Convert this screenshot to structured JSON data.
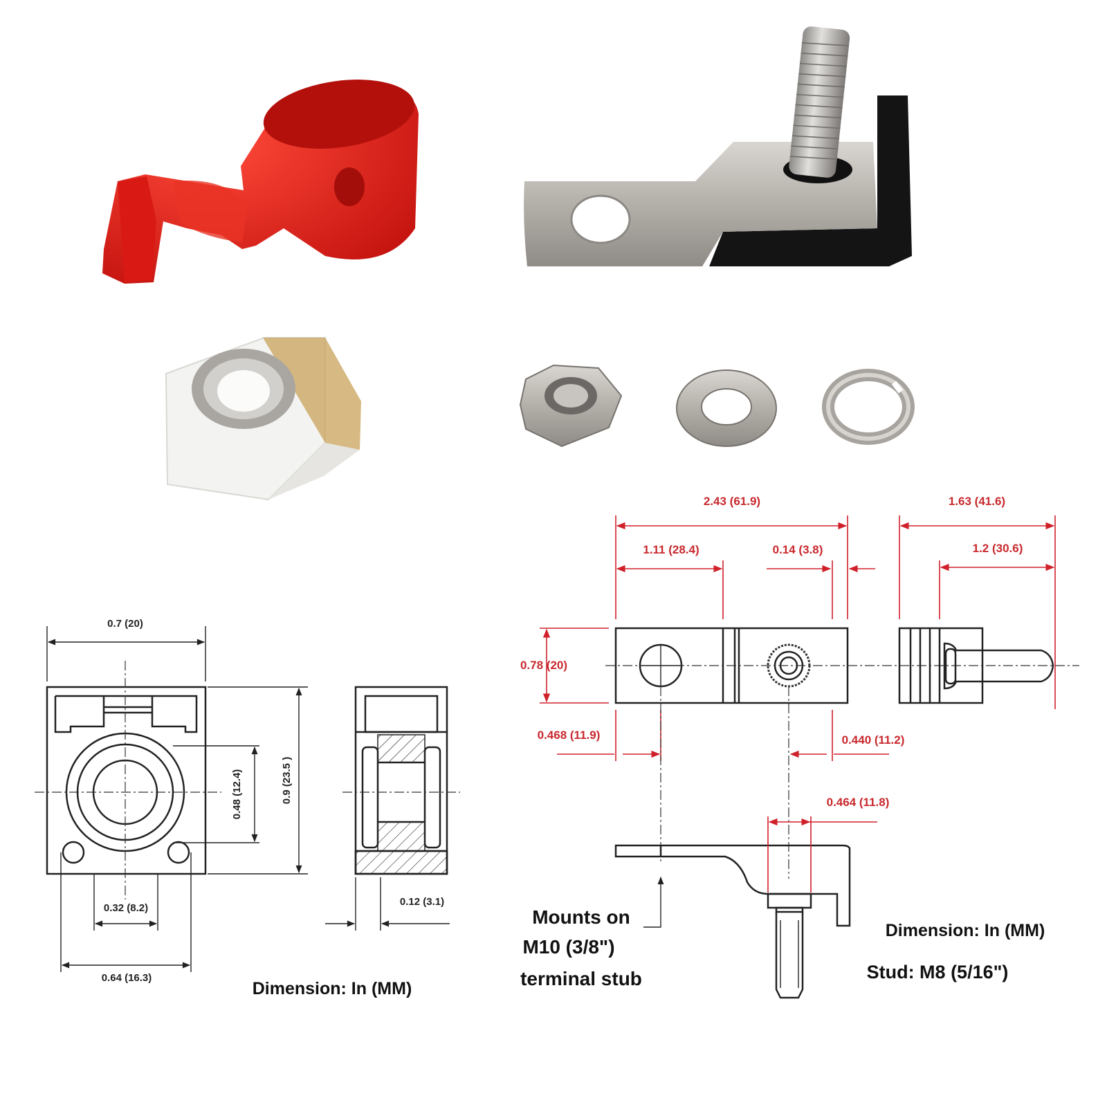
{
  "colors": {
    "dimension_red": "#c8282d",
    "line_black": "#222222",
    "cap_red": "#e8201e",
    "metal": "#b9b6b1",
    "rubber": "#151515",
    "ceramic": "#f4f4f2",
    "amber": "#c9a25a"
  },
  "photos": {
    "cap": "red-terminal-cap",
    "bracket": "terminal-stud-bracket",
    "block": "ceramic-cage-nut",
    "nut": "hex-nut",
    "washer": "flat-washer",
    "lockwasher": "split-lock-washer"
  },
  "left_drawing": {
    "width": "0.7 (20)",
    "height_inner": "0.48 (12.4)",
    "height": "0.9 (23.5 )",
    "hole_spacing": "0.32 (8.2)",
    "base_width": "0.64 (16.3)",
    "side_thickness": "0.12 (3.1)",
    "caption": "Dimension:  In (MM)"
  },
  "right_drawing": {
    "overall_length": "2.43 (61.9)",
    "hole_to_bend": "1.11 (28.4)",
    "end_offset": "0.14 (3.8)",
    "side_length": "1.63 (41.6)",
    "stud_length": "1.2 (30.6)",
    "width": "0.78 (20)",
    "hole_offset": "0.468 (11.9)",
    "stud_offset": "0.440 (11.2)",
    "stud_height": "0.464 (11.8)",
    "mount_line1": "Mounts on",
    "mount_line2": "M10 (3/8\")",
    "mount_line3": "terminal stub",
    "caption": "Dimension:  In (MM)",
    "stud": "Stud: M8 (5/16\")"
  }
}
